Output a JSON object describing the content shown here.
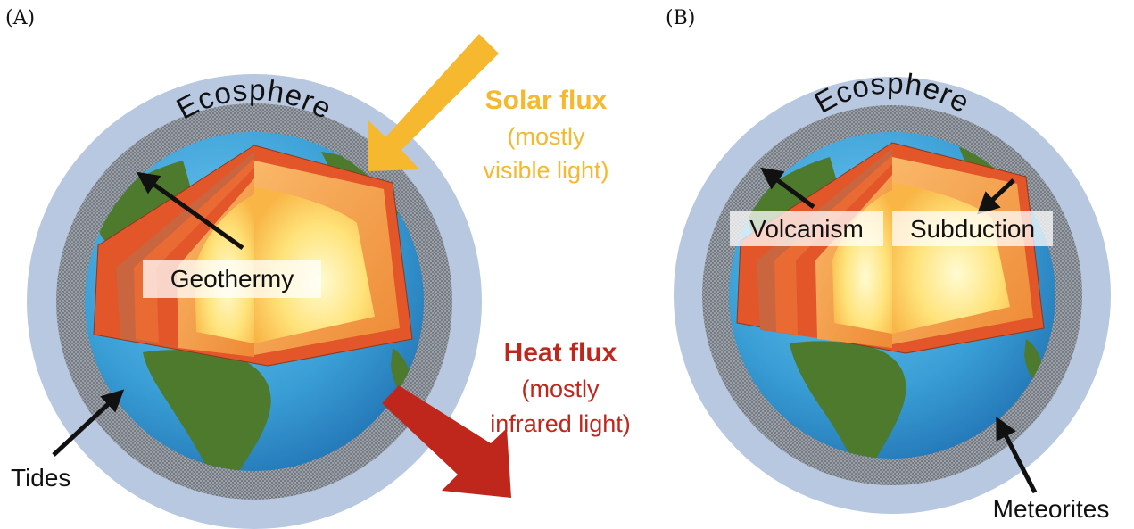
{
  "panels": {
    "a": {
      "label": "(A)",
      "ecosphere": "Ecosphere",
      "geothermy": "Geothermy",
      "tides": "Tides",
      "solar_title": "Solar flux",
      "solar_sub_1": "(mostly",
      "solar_sub_2": "visible light)",
      "heat_title": "Heat flux",
      "heat_sub_1": "(mostly",
      "heat_sub_2": "infrared light)"
    },
    "b": {
      "label": "(B)",
      "ecosphere": "Ecosphere",
      "volcanism": "Volcanism",
      "subduction": "Subduction",
      "meteorites": "Meteorites"
    }
  },
  "colors": {
    "atmosphere": "#b8c8e0",
    "ecosphere_band": "#8a8f98",
    "ocean": "#3a9fd6",
    "land": "#4e7a2e",
    "core": "#ffe98a",
    "mantle": "#f7a24a",
    "crust": "#e2562a",
    "solar": "#f5b82e",
    "heat": "#c0271c"
  }
}
